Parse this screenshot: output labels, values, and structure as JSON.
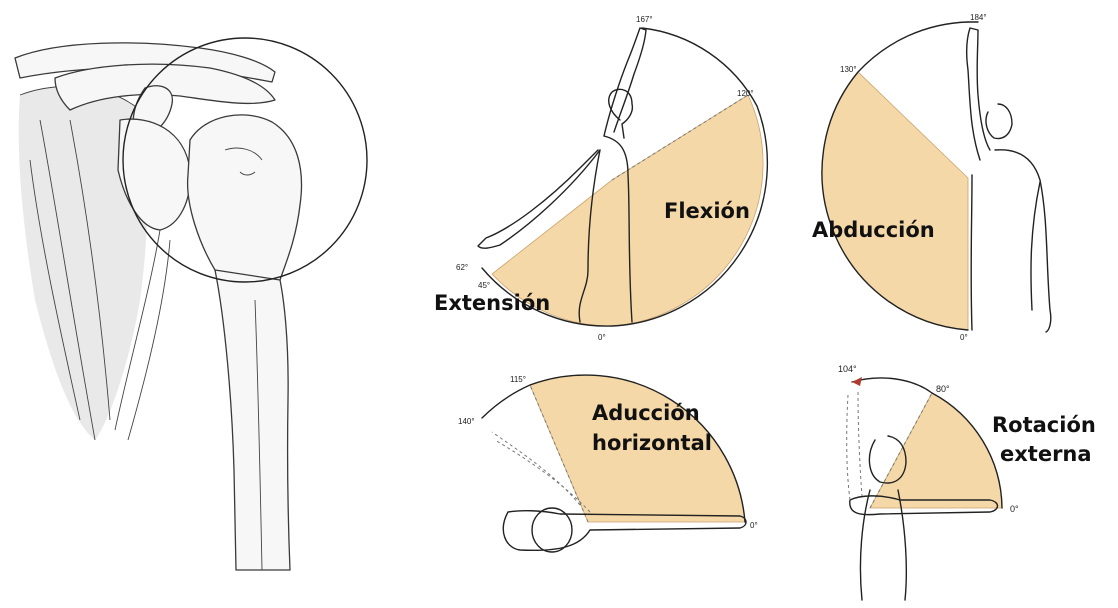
{
  "colors": {
    "sector_fill": "#f5d8a8",
    "line": "#222222",
    "arrow_red": "#b03a2e"
  },
  "panels": {
    "flexion": {
      "label": "Flexión",
      "extension_label": "Extensión",
      "degrees": {
        "top": "167°",
        "upper_right": "120°",
        "left": "62°",
        "lower_left": "45°",
        "bottom": "0°"
      }
    },
    "abduccion": {
      "label": "Abducción",
      "degrees": {
        "top": "184°",
        "upper_left": "130°",
        "bottom": "0°"
      }
    },
    "aduccion": {
      "label_line1": "Aducción",
      "label_line2": "horizontal",
      "degrees": {
        "top": "115°",
        "left": "140°",
        "right": "0°"
      }
    },
    "rotacion": {
      "label_line1": "Rotación",
      "label_line2": "externa",
      "degrees": {
        "top_left": "104°",
        "top_right": "80°",
        "right": "0°"
      }
    }
  }
}
